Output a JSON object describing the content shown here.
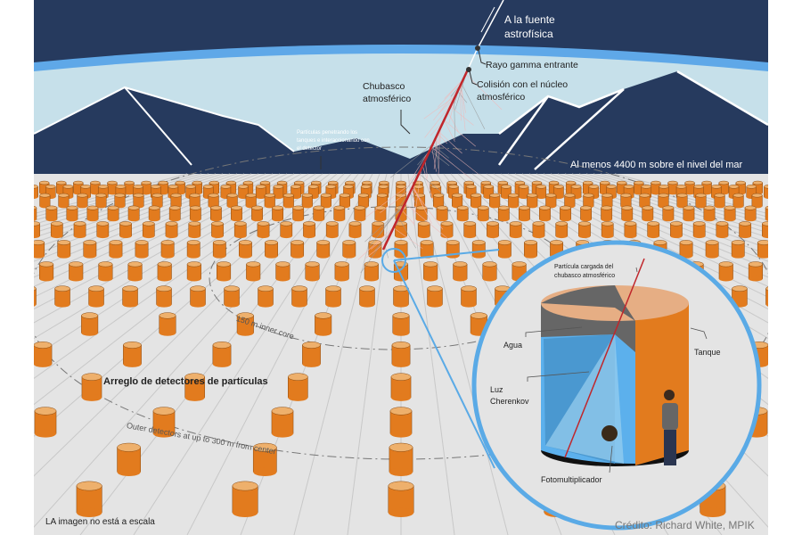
{
  "labels": {
    "source": [
      "A la fuente",
      "astrofísica"
    ],
    "gamma": "Rayo gamma entrante",
    "collision": [
      "Colisión con el núcleo",
      "atmosférico"
    ],
    "shower": [
      "Chubasco",
      "atmosférico"
    ],
    "particles": [
      "Partículas penetrando los",
      "tanques e interaccionando con",
      "el detector"
    ],
    "altitude": "Al menos 4400 m sobre el nivel  del mar",
    "inner_core": "150 m inner core",
    "array": "Arreglo de detectores de partículas",
    "outer": "Outer detectors at up to 300 m from center",
    "not_to_scale": "LA imagen no está a escala",
    "credit": "Crédito: Richard White, MPIK"
  },
  "inset": {
    "charged_particle": [
      "Partícula cargada del",
      "chubasco atmosférico"
    ],
    "water": "Agua",
    "tank": "Tanque",
    "cherenkov": [
      "Luz",
      "Cherenkov"
    ],
    "pmt": "Fotomultiplicador"
  },
  "colors": {
    "sky": "#263a5e",
    "atmosphere": "#c6e0ea",
    "atmo_edge": "#5fa8e8",
    "ground": "#e4e4e4",
    "tank": "#e27b1e",
    "tank_top": "#eeb06c",
    "inset_ring": "#5aaae6",
    "water": "#5cb0ec",
    "shower": "#c0262b"
  }
}
